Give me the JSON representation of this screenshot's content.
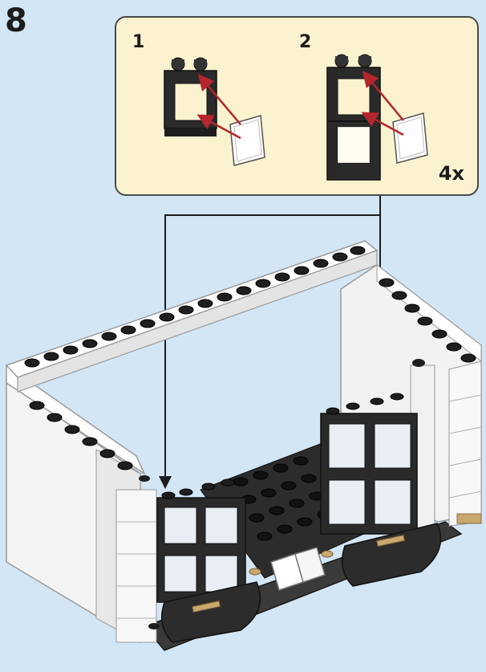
{
  "step": {
    "number": "8"
  },
  "callout": {
    "substeps": [
      {
        "label": "1"
      },
      {
        "label": "2"
      }
    ],
    "quantity": "4x"
  },
  "colors": {
    "background": "#d3e6f6",
    "callout_fill": "#fbf2cf",
    "brick_dark": "#2a2a2a",
    "brick_white": "#f4f4f4",
    "arrow_red": "#b3262b",
    "tan": "#c9a96e"
  }
}
